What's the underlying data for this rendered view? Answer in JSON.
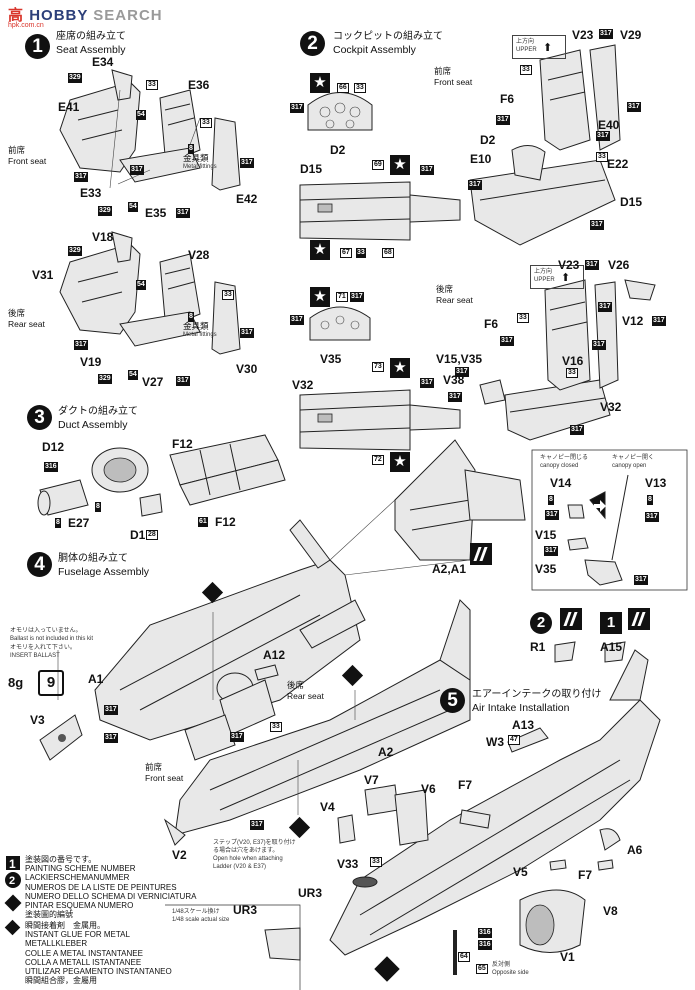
{
  "watermark": {
    "part1": "高",
    "part2": "HOBBY",
    "part3": "SEARCH",
    "sub": "hpk.com.cn"
  },
  "steps": [
    {
      "num": "1",
      "jp": "座席の組み立て",
      "en": "Seat Assembly"
    },
    {
      "num": "2",
      "jp": "コックピットの組み立て",
      "en": "Cockpit Assembly"
    },
    {
      "num": "3",
      "jp": "ダクトの組み立て",
      "en": "Duct Assembly"
    },
    {
      "num": "4",
      "jp": "胴体の組み立て",
      "en": "Fuselage Assembly"
    },
    {
      "num": "5",
      "jp": "エアーインテークの取り付け",
      "en": "Air Intake Installation"
    }
  ],
  "seat": {
    "front_jp": "前席",
    "front_en": "Front seat",
    "rear_jp": "後席",
    "rear_en": "Rear seat",
    "metal_jp": "金具類",
    "metal_en": "Metal fittings"
  },
  "upper": {
    "jp": "上方向",
    "en": "UPPER"
  },
  "canopy": {
    "closed_jp": "キャノピー閉じる",
    "closed_en": "canopy closed",
    "open_jp": "キャノピー開く",
    "open_en": "canopy open"
  },
  "ballast": {
    "jp": "オモリは入っていません。",
    "en1": "Ballast is not included in this kit",
    "jp2": "オモリを入れて下さい。",
    "en2": "INSERT BALLAST",
    "weight": "8g",
    "part": "9"
  },
  "ladder": {
    "jp1": "ステップ(V20, E37)を取り付け",
    "jp2": "る場合は穴をあけます。",
    "en1": "Open hole when attaching",
    "en2": "Ladder (V20 & E37)"
  },
  "scale": {
    "jp": "1/48スケール換け",
    "en": "1/48 scale actual size"
  },
  "opposite": {
    "jp": "反対側",
    "en": "Opposite side"
  },
  "labels": {
    "E34": "E34",
    "E36": "E36",
    "E41": "E41",
    "E33": "E33",
    "E35": "E35",
    "E42": "E42",
    "V18": "V18",
    "V28": "V28",
    "V31": "V31",
    "V19": "V19",
    "V27": "V27",
    "V30": "V30",
    "D2": "D2",
    "D15": "D15",
    "V35": "V35",
    "V32": "V32",
    "V23": "V23",
    "V29": "V29",
    "F6": "F6",
    "E40": "E40",
    "E10": "E10",
    "E22": "E22",
    "D15b": "D15",
    "V23b": "V23",
    "V26": "V26",
    "F6b": "F6",
    "V1535": "V15,V35",
    "V16": "V16",
    "V38": "V38",
    "V12": "V12",
    "V32b": "V32",
    "V14": "V14",
    "V13": "V13",
    "V15": "V15",
    "V35b": "V35",
    "D12": "D12",
    "F12": "F12",
    "E27": "E27",
    "D1": "D1",
    "F12b": "F12",
    "A2A1": "A2,A1",
    "A12": "A12",
    "A1": "A1",
    "V3": "V3",
    "A2": "A2",
    "V2": "V2",
    "R1": "R1",
    "A15": "A15",
    "A13": "A13",
    "W3": "W3",
    "F7": "F7",
    "F7b": "F7",
    "V7": "V7",
    "V6": "V6",
    "V4": "V4",
    "A6": "A6",
    "V5": "V5",
    "V33": "V33",
    "UR3": "UR3",
    "UR3b": "UR3",
    "V8": "V8",
    "V1": "V1"
  },
  "badges": {
    "b329": "329",
    "b33": "33",
    "b317": "317",
    "b54": "54",
    "b8": "8",
    "b316": "316",
    "b61": "61",
    "b28": "28",
    "b47": "47",
    "b64": "64",
    "b65": "65",
    "b66": "66",
    "b73": "73",
    "b72": "72",
    "b69": "69",
    "b67": "67",
    "b68": "68",
    "b71": "71"
  },
  "legend": {
    "l1": "塗装図の番号です。",
    "l2": "PAINTING SCHEME NUMBER",
    "l3": "LACKIERSCHEMANUMMER",
    "l4": "NUMEROS DE LA LISTE DE PEINTURES",
    "l5": "NUMERO DELLO SCHEMA DI VERNICIATURA",
    "l6": "PINTAR ESQUEMA NUMERO",
    "l7": "塗装圖的編號",
    "g1": "瞬間接着剤　金属用。",
    "g2": "INSTANT GLUE FOR METAL",
    "g3": "METALLKLEBER",
    "g4": "COLLE A METAL INSTANTANEE",
    "g5": "COLLA A METALL ISTANTANEE",
    "g6": "UTILIZAR PEGAMENTO INSTANTANEO",
    "g7": "瞬間組合膠，金屬用"
  }
}
